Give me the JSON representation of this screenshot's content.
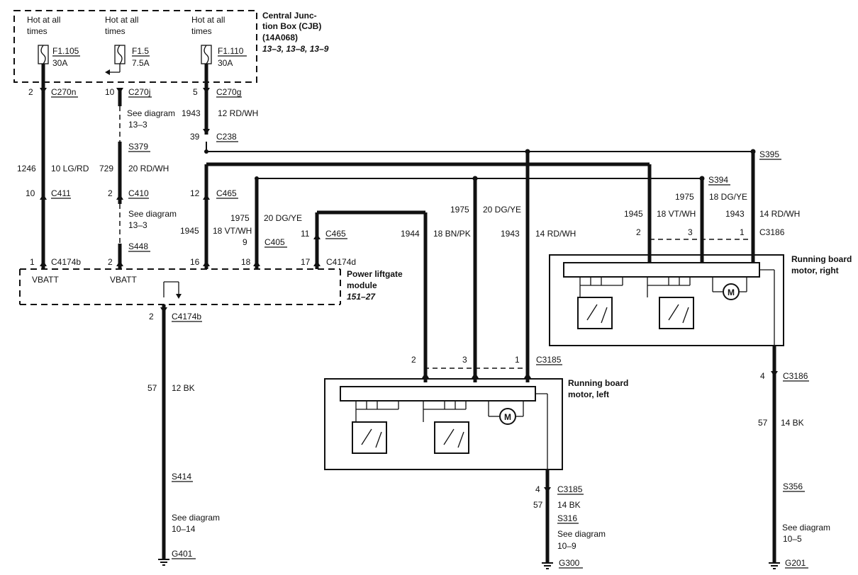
{
  "cjb": {
    "title_line1": "Central Junc-",
    "title_line2": "tion Box (CJB)",
    "part": "(14A068)",
    "refs": "13–3, 13–8, 13–9",
    "fuses": [
      {
        "hot1": "Hot at all",
        "hot2": "times",
        "id": "F1.105",
        "amps": "30A"
      },
      {
        "hot1": "Hot at all",
        "hot2": "times",
        "id": "F1.5",
        "amps": "7.5A"
      },
      {
        "hot1": "Hot at all",
        "hot2": "times",
        "id": "F1.110",
        "amps": "30A"
      }
    ]
  },
  "circuits": {
    "c1": {
      "pin_top": "2",
      "conn_top": "C270n",
      "num": "1246",
      "wire": "10 LG/RD",
      "pin_mid": "10",
      "conn_mid": "C411",
      "pin_bot": "1",
      "conn_bot": "C4174b",
      "label": "VBATT"
    },
    "c2": {
      "pin_top": "10",
      "conn_top": "C270j",
      "see1": "See diagram",
      "see1b": "13–3",
      "splice1": "S379",
      "num": "729",
      "wire": "20 RD/WH",
      "pin_mid": "2",
      "conn_mid": "C410",
      "see2": "See diagram",
      "see2b": "13–3",
      "splice2": "S448",
      "pin_bot": "2",
      "label": "VBATT"
    },
    "c3": {
      "pin_top": "5",
      "conn_top": "C270g",
      "num": "1943",
      "wire": "12 RD/WH",
      "pin_c238": "39",
      "conn_c238": "C238"
    },
    "c4": {
      "pin_mid": "12",
      "conn_mid": "C465",
      "num": "1945",
      "wire": "18 VT/WH",
      "pin_bot": "16"
    },
    "c5": {
      "num": "1975",
      "wire": "20 DG/YE",
      "pin_mid": "9",
      "conn_mid": "C405",
      "pin_bot": "18"
    },
    "c6": {
      "pin_mid": "11",
      "conn_mid": "C465",
      "pin_bot": "17",
      "conn_bot": "C4174d"
    },
    "c7": {
      "num": "1944",
      "wire": "18 BN/PK"
    },
    "c8": {
      "num": "1975",
      "wire": "20 DG/YE"
    },
    "c9": {
      "num": "1943",
      "wire": "14 RD/WH"
    },
    "ground_main": {
      "pin": "2",
      "conn": "C4174b",
      "num": "57",
      "wire": "12 BK",
      "splice": "S414",
      "see": "See diagram",
      "see_b": "10–14",
      "ground": "G401"
    }
  },
  "splices": {
    "s395": "S395",
    "s394": "S394"
  },
  "right_feed": {
    "n1945": "1945",
    "w1945": "18 VT/WH",
    "n1975": "1975",
    "w1975": "18 DG/YE",
    "n1943": "1943",
    "w1943": "14 RD/WH",
    "p2": "2",
    "p3": "3",
    "p1": "1",
    "conn": "C3186"
  },
  "plm": {
    "title1": "Power liftgate",
    "title2": "module",
    "ref": "151–27"
  },
  "left_motor": {
    "title1": "Running board",
    "title2": "motor, left",
    "p2": "2",
    "p3": "3",
    "p1": "1",
    "conn": "C3185",
    "gnd_pin": "4",
    "gnd_conn": "C3185",
    "gnd_num": "57",
    "gnd_wire": "14 BK",
    "splice": "S316",
    "see": "See diagram",
    "see_b": "10–9",
    "ground": "G300"
  },
  "right_motor": {
    "title1": "Running board",
    "title2": "motor, right",
    "gnd_pin": "4",
    "gnd_conn": "C3186",
    "gnd_num": "57",
    "gnd_wire": "14 BK",
    "splice": "S356",
    "see": "See diagram",
    "see_b": "10–5",
    "ground": "G201"
  },
  "motor_symbol": "M"
}
